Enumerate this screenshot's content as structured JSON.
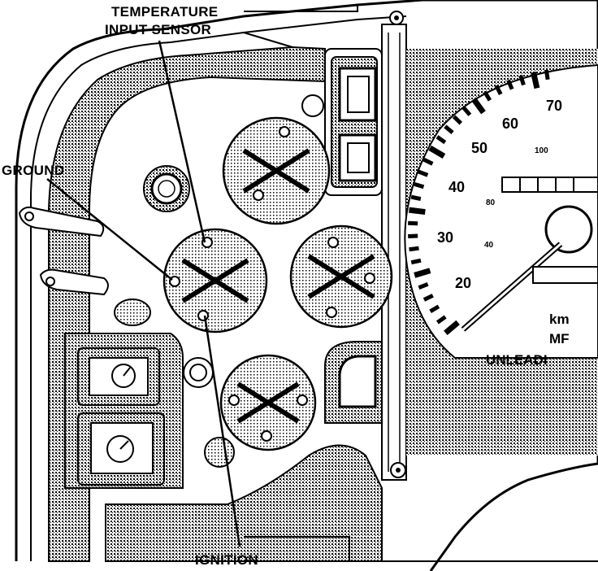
{
  "callouts": {
    "temperature_line1": "TEMPERATURE",
    "temperature_line2": "INPUT SENSOR",
    "ground": "GROUND",
    "ignition": "IGNITION"
  },
  "speedometer": {
    "mph_labels": [
      "70",
      "60",
      "50",
      "40",
      "30",
      "20"
    ],
    "kmh_labels": [
      "100",
      "80",
      "40"
    ],
    "unit_km": "km",
    "unit_mph": "MF",
    "fuel_text": "UNLEADI"
  },
  "colors": {
    "ink": "#000000",
    "paper": "#ffffff",
    "shade": "#8a8a8a"
  }
}
